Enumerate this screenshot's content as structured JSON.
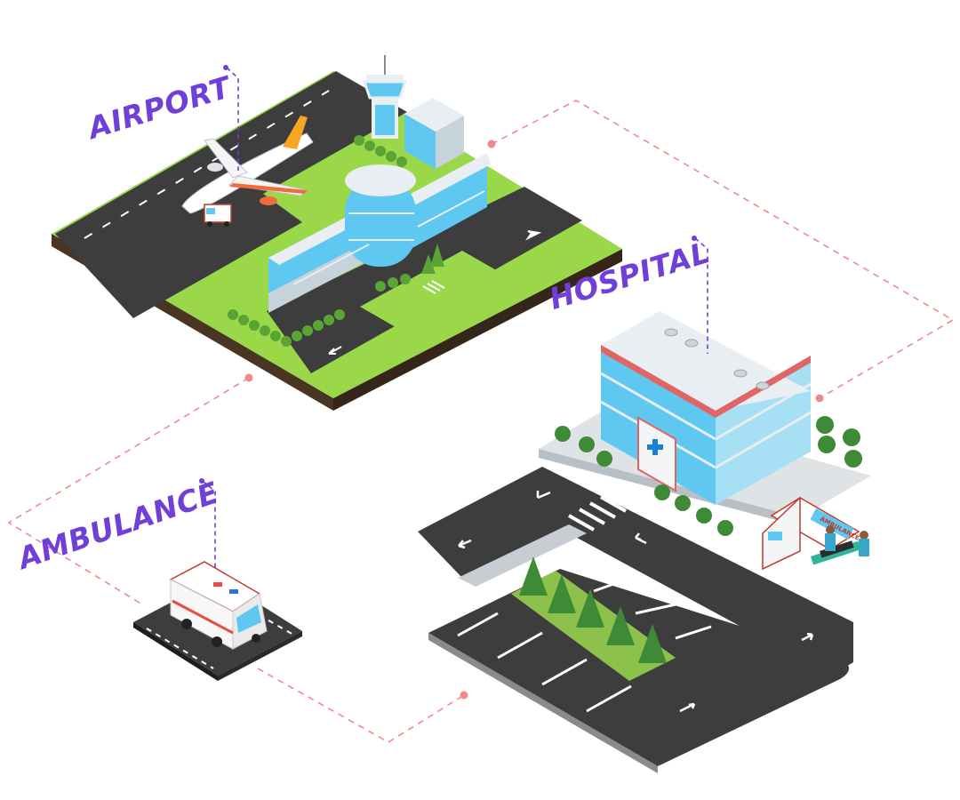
{
  "labels": {
    "airport": "AIRPORT",
    "hospital": "HOSPITAL",
    "ambulance": "AMBULANCE"
  },
  "ambulance_decal": "AMBULANCE",
  "colors": {
    "label": "#6f3fd8",
    "leader": "#6f3fd8",
    "connector": "#f08a8a",
    "grass": "#9ad84a",
    "asphalt": "#3d3d3d",
    "soil": "#4a3524",
    "glass": "#5fc8f0",
    "building": "#e9eef2",
    "tree": "#5aa436",
    "pine": "#3f8a36"
  },
  "icons": [
    "airplane-icon",
    "control-tower-icon",
    "hospital-building-icon",
    "ambulance-icon",
    "stretcher-icon",
    "pine-tree-icon"
  ]
}
